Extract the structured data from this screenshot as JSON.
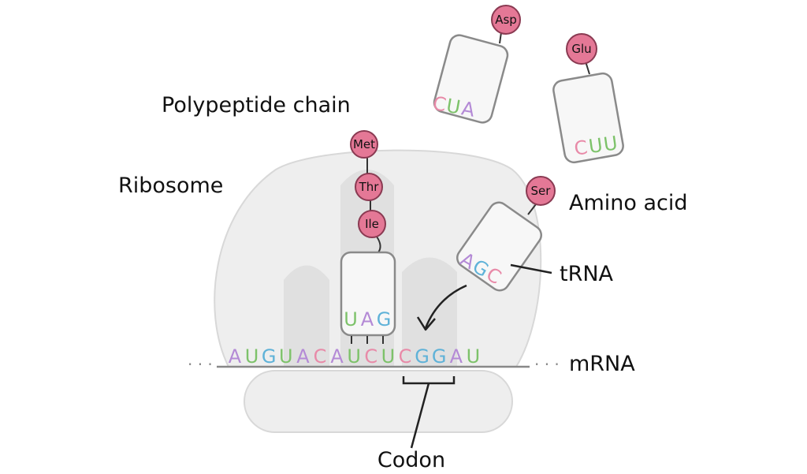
{
  "labels": {
    "polypeptide_chain": "Polypeptide chain",
    "ribosome": "Ribosome",
    "amino_acid": "Amino acid",
    "trna": "tRNA",
    "mrna": "mRNA",
    "codon": "Codon"
  },
  "amino_acids": {
    "met": "Met",
    "thr": "Thr",
    "ile": "Ile",
    "asp": "Asp",
    "glu": "Glu",
    "ser": "Ser"
  },
  "trna_anticodons": {
    "bound": [
      "U",
      "A",
      "G"
    ],
    "incoming": [
      "A",
      "G",
      "C"
    ],
    "asp": [
      "C",
      "U",
      "A"
    ],
    "glu": [
      "C",
      "U",
      "U"
    ]
  },
  "mrna": {
    "sequence": [
      "A",
      "U",
      "G",
      "U",
      "A",
      "C",
      "A",
      "U",
      "C",
      "U",
      "C",
      "G",
      "G",
      "A",
      "U"
    ],
    "ellipsis": "· · ·"
  },
  "colors": {
    "A": "#b48ad6",
    "U": "#7dc26a",
    "G": "#5fb2d8",
    "C": "#e88aa8",
    "amino_acid_fill": "#e47896",
    "ribosome": "#eeeeee",
    "trna_fill": "#f7f7f7"
  }
}
